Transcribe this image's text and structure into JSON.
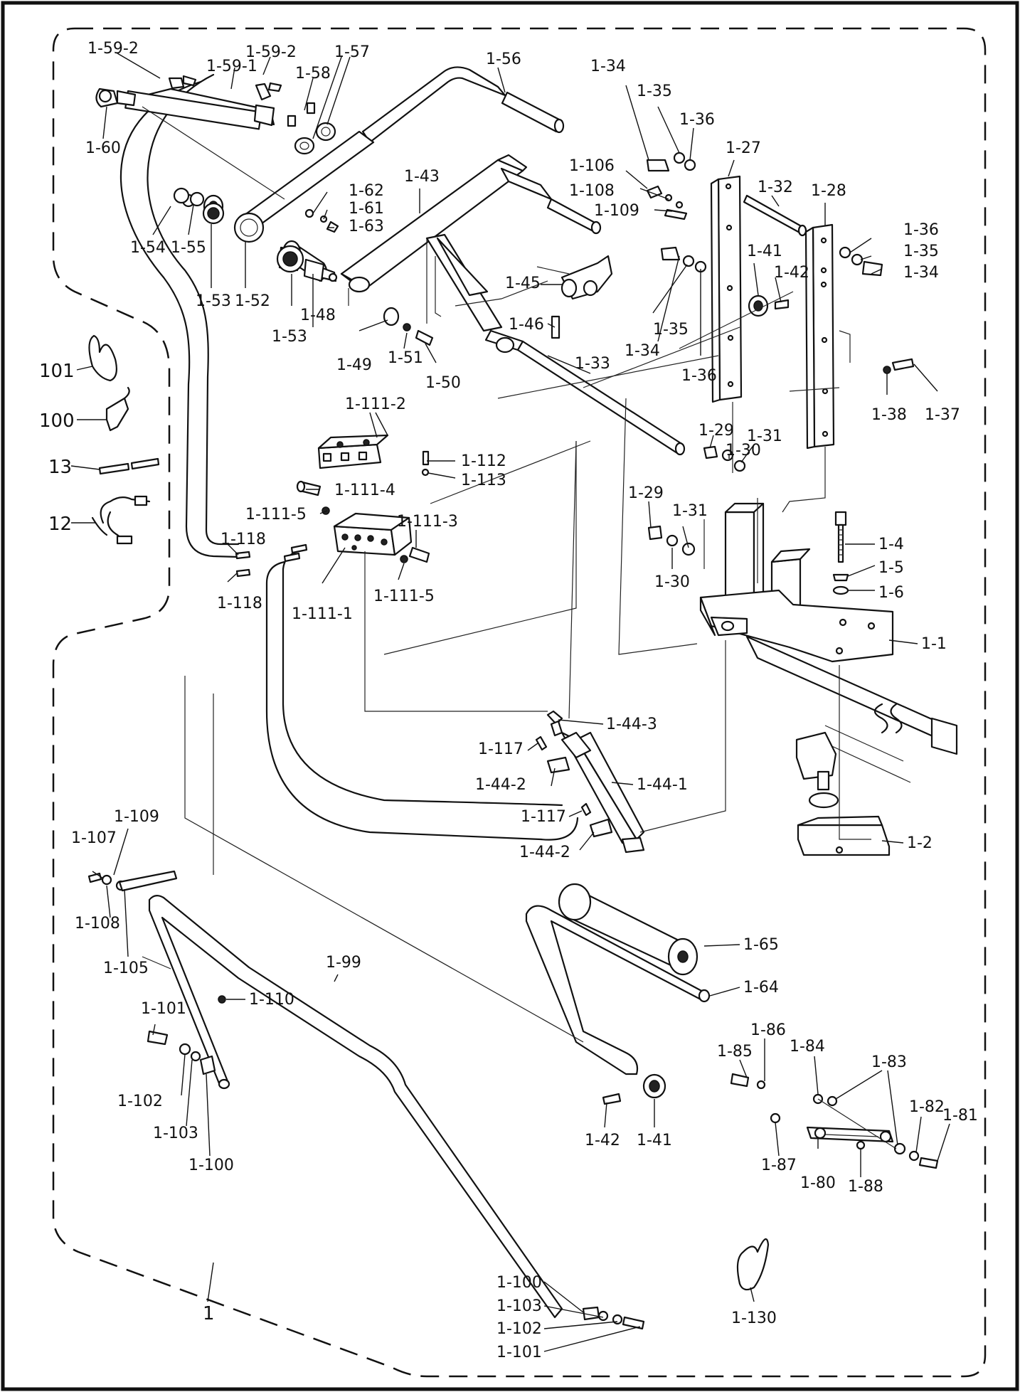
{
  "labels": {
    "l_1_59_2_a": "1-59-2",
    "l_1_59_1": "1-59-1",
    "l_1_59_2_b": "1-59-2",
    "l_1_58": "1-58",
    "l_1_57": "1-57",
    "l_1_56": "1-56",
    "l_1_60": "1-60",
    "l_1_62": "1-62",
    "l_1_61": "1-61",
    "l_1_63": "1-63",
    "l_1_54": "1-54",
    "l_1_55": "1-55",
    "l_1_53_a": "1-53",
    "l_1_52": "1-52",
    "l_1_53_b": "1-53",
    "l_1_48": "1-48",
    "l_1_49": "1-49",
    "l_1_51": "1-51",
    "l_1_50": "1-50",
    "l_1_43": "1-43",
    "l_1_34_a": "1-34",
    "l_1_35_a": "1-35",
    "l_1_36_a": "1-36",
    "l_1_27": "1-27",
    "l_1_106": "1-106",
    "l_1_108_a": "1-108",
    "l_1_109_a": "1-109",
    "l_1_32": "1-32",
    "l_1_28": "1-28",
    "l_1_36_b": "1-36",
    "l_1_35_b": "1-35",
    "l_1_34_b": "1-34",
    "l_1_41_a": "1-41",
    "l_1_42_a": "1-42",
    "l_1_45": "1-45",
    "l_1_46": "1-46",
    "l_1_35_c": "1-35",
    "l_1_34_c": "1-34",
    "l_1_36_c": "1-36",
    "l_1_33": "1-33",
    "l_1_38": "1-38",
    "l_1_37": "1-37",
    "l_101": "101",
    "l_100": "100",
    "l_13": "13",
    "l_12": "12",
    "l_1_111_2": "1-111-2",
    "l_1_112": "1-112",
    "l_1_113": "1-113",
    "l_1_111_4": "1-111-4",
    "l_1_111_5_a": "1-111-5",
    "l_1_111_3": "1-111-3",
    "l_1_118_a": "1-118",
    "l_1_118_b": "1-118",
    "l_1_111_1": "1-111-1",
    "l_1_111_5_b": "1-111-5",
    "l_1_29_a": "1-29",
    "l_1_30_a": "1-30",
    "l_1_31_a": "1-31",
    "l_1_29_b": "1-29",
    "l_1_31_b": "1-31",
    "l_1_30_b": "1-30",
    "l_1_4": "1-4",
    "l_1_5": "1-5",
    "l_1_6": "1-6",
    "l_1_1": "1-1",
    "l_1_44_3": "1-44-3",
    "l_1_117_a": "1-117",
    "l_1_44_1": "1-44-1",
    "l_1_44_2_a": "1-44-2",
    "l_1_117_b": "1-117",
    "l_1_44_2_b": "1-44-2",
    "l_1_2": "1-2",
    "l_1_109_b": "1-109",
    "l_1_107": "1-107",
    "l_1_108_b": "1-108",
    "l_1_105": "1-105",
    "l_1_99": "1-99",
    "l_1_110": "1-110",
    "l_1_101_a": "1-101",
    "l_1_102_a": "1-102",
    "l_1_103_a": "1-103",
    "l_1_100_a": "1-100",
    "l_1_65": "1-65",
    "l_1_64": "1-64",
    "l_1_86": "1-86",
    "l_1_85": "1-85",
    "l_1_84": "1-84",
    "l_1_83": "1-83",
    "l_1_82": "1-82",
    "l_1_81": "1-81",
    "l_1_87": "1-87",
    "l_1_80": "1-80",
    "l_1_88": "1-88",
    "l_1_42_b": "1-42",
    "l_1_41_b": "1-41",
    "l_1_100_b": "1-100",
    "l_1_103_b": "1-103",
    "l_1_102_b": "1-102",
    "l_1_101_b": "1-101",
    "l_1_130": "1-130",
    "l_1": "1"
  }
}
